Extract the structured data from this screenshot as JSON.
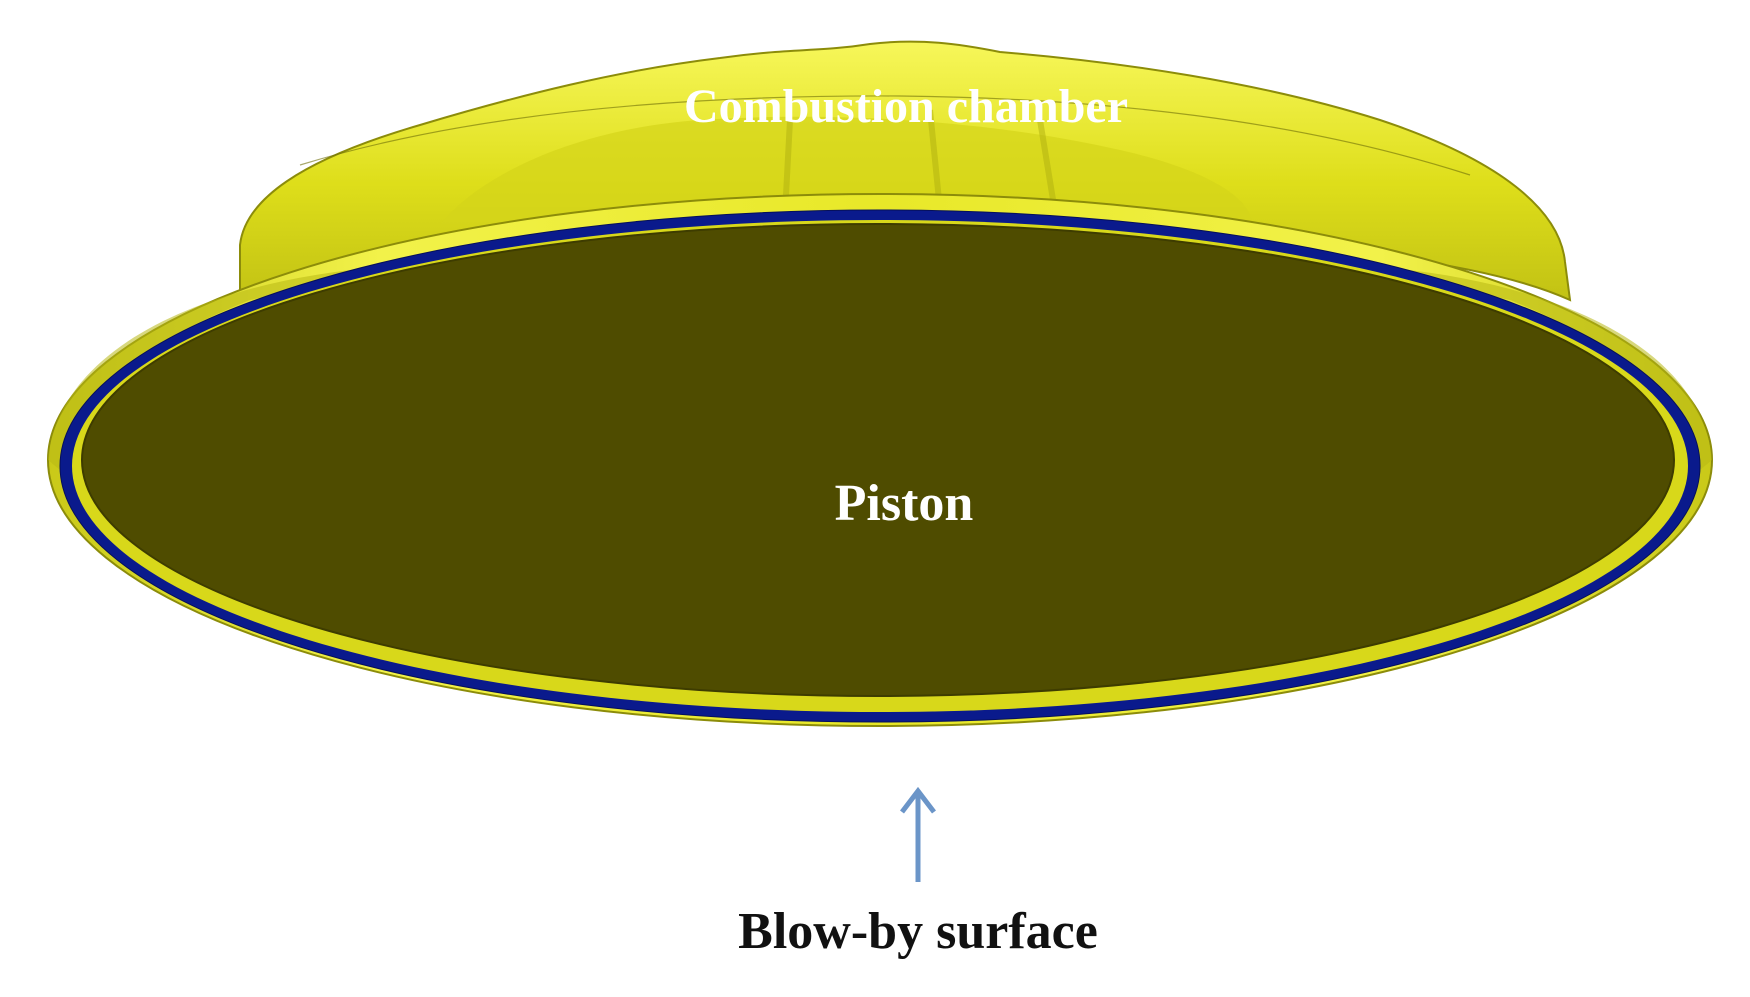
{
  "labels": {
    "chamber": "Combustion chamber",
    "piston": "Piston",
    "blowby": "Blow-by surface"
  },
  "colors": {
    "background": "#ffffff",
    "chamber_surface": "#e6e61e",
    "chamber_highlight": "#f4f450",
    "chamber_shadow": "#9e9e10",
    "piston_face": "#4f4c00",
    "blowby_ring": "#0a1a8c",
    "arrow": "#6b95c8",
    "label_light": "#ffffff",
    "label_dark": "#111111"
  }
}
